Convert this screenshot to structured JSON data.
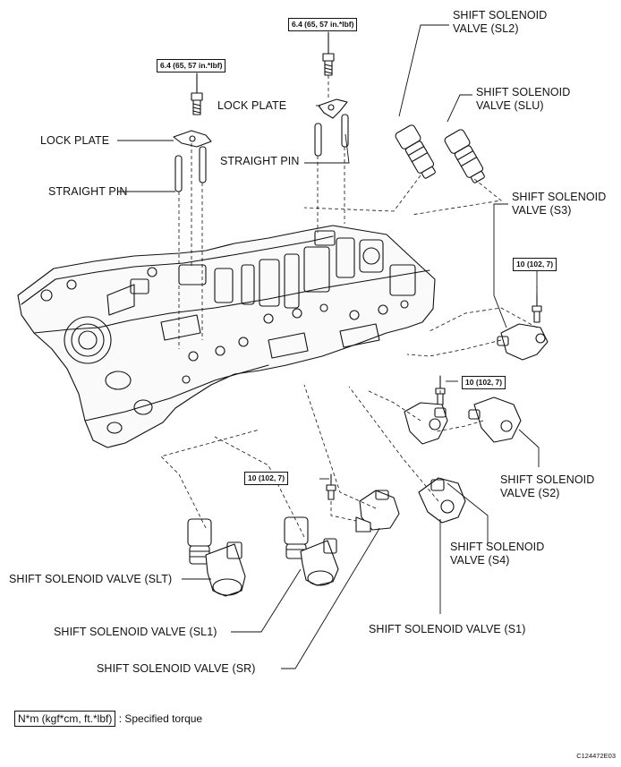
{
  "labels": {
    "sl2": [
      "SHIFT SOLENOID",
      "VALVE (SL2)"
    ],
    "slu": [
      "SHIFT SOLENOID",
      "VALVE (SLU)"
    ],
    "s3": [
      "SHIFT SOLENOID",
      "VALVE (S3)"
    ],
    "s2": [
      "SHIFT SOLENOID",
      "VALVE (S2)"
    ],
    "s4": [
      "SHIFT SOLENOID",
      "VALVE (S4)"
    ],
    "slt": "SHIFT SOLENOID VALVE (SLT)",
    "sl1": "SHIFT SOLENOID VALVE (SL1)",
    "sr": "SHIFT SOLENOID VALVE (SR)",
    "s1": "SHIFT SOLENOID VALVE (S1)",
    "lock_plate_left": "LOCK PLATE",
    "lock_plate_right": "LOCK PLATE",
    "straight_pin_left": "STRAIGHT PIN",
    "straight_pin_right": "STRAIGHT PIN"
  },
  "torques": {
    "top_center": "6.4 (65, 57 in.*lbf)",
    "top_left": "6.4 (65, 57 in.*lbf)",
    "s3_bolt": "10 (102, 7)",
    "s4_bolt": "10 (102, 7)",
    "s1_bolt": "10 (102, 7)"
  },
  "legend": {
    "unit_box": "N*m (kgf*cm, ft.*lbf)",
    "text": ": Specified torque"
  },
  "figure_code": "C124472E03"
}
